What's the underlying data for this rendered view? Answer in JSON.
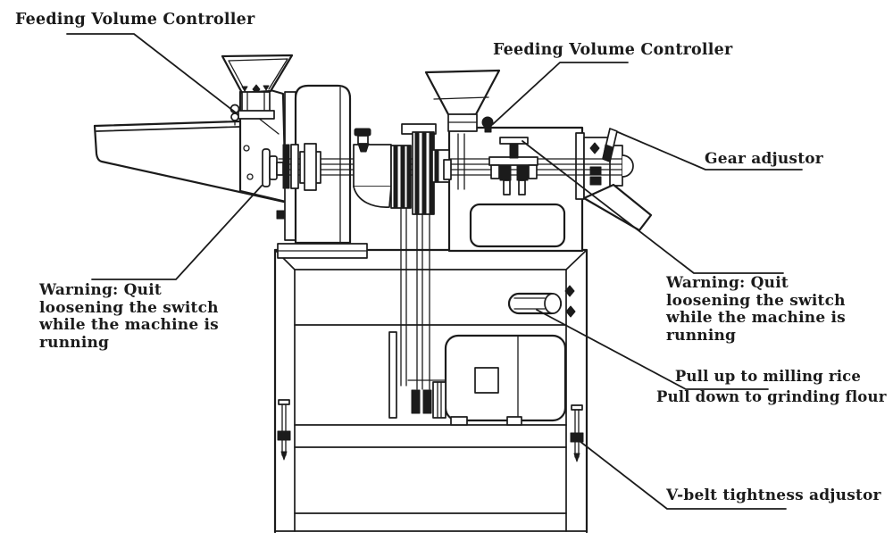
{
  "labels": {
    "feeding_volume_controller_left": "Feeding Volume Controller",
    "feeding_volume_controller_right": "Feeding Volume Controller",
    "gear_adjustor": "Gear adjustor",
    "warning_left": "Warning: Quit loosening the switch while the machine is running",
    "warning_right": "Warning: Quit loosening the switch while the machine is running",
    "pull_up": "Pull up to milling rice",
    "pull_down": "Pull down to grinding flour",
    "v_belt": "V-belt tightness adjustor"
  },
  "colors": {
    "line": "#1b1b1b",
    "background": "#ffffff"
  }
}
